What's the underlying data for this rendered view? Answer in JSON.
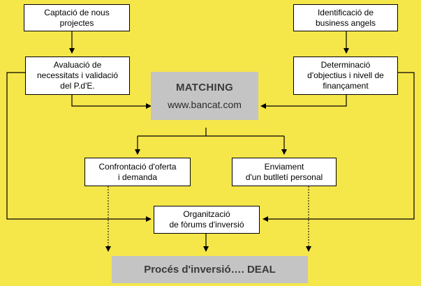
{
  "nodes": {
    "captacio": {
      "line1": "Captació de nous",
      "line2": "projectes"
    },
    "avaluacio": {
      "line1": "Avaluació de",
      "line2": "necessitats i validació",
      "line3": "del P.d'E."
    },
    "identificacio": {
      "line1": "Identificació de",
      "line2": "business angels"
    },
    "determinacio": {
      "line1": "Determinació",
      "line2": "d'objectius i nivell de",
      "line3": "finançament"
    },
    "matching": {
      "title": "MATCHING",
      "url": "www.bancat.com"
    },
    "confrontacio": {
      "line1": "Confrontació d'oferta",
      "line2": "i demanda"
    },
    "enviament": {
      "line1": "Enviament",
      "line2": "d'un butlletí personal"
    },
    "organitzacio": {
      "line1": "Organització",
      "line2": "de fòrums d'inversió"
    },
    "deal": {
      "label": "Procés d'inversió…. DEAL"
    }
  },
  "colors": {
    "background": "#f5e64a",
    "box_fill": "#ffffff",
    "highlight_fill": "#c4c4c4",
    "line": "#000000"
  }
}
